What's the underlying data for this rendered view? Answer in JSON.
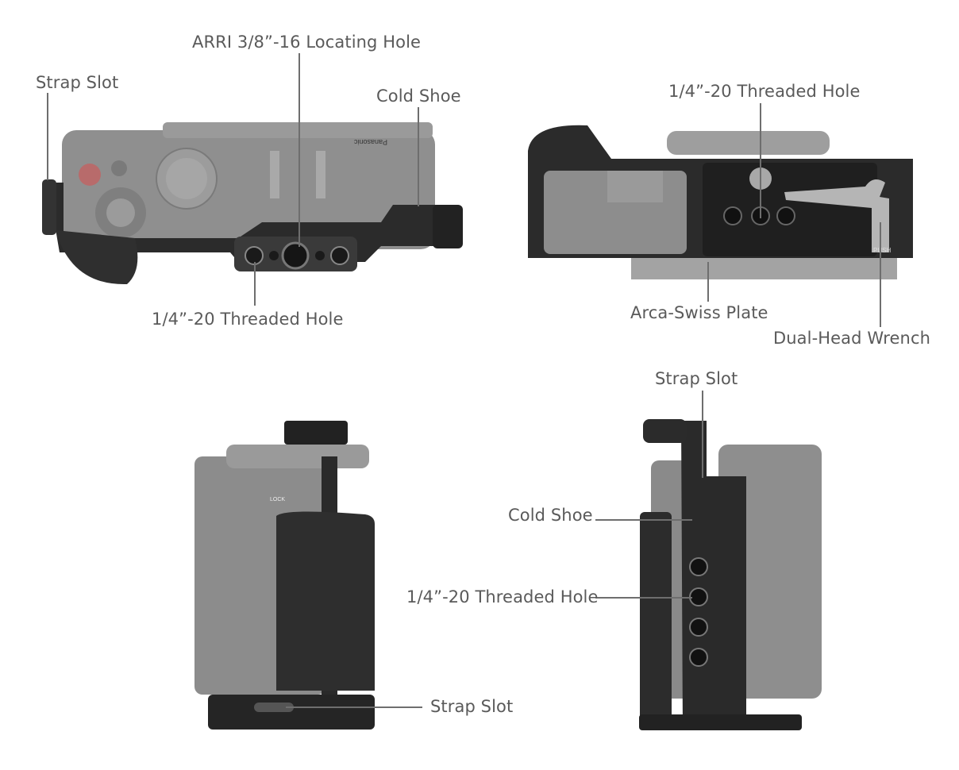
{
  "top_left": {
    "strap_slot": "Strap Slot",
    "arri_hole": "ARRI 3/8”-16 Locating Hole",
    "cold_shoe": "Cold Shoe",
    "threaded_hole": "1/4”-20 Threaded Hole",
    "brand_text": "Panasonic"
  },
  "top_right": {
    "threaded_hole": "1/4”-20 Threaded Hole",
    "arca_plate": "Arca-Swiss Plate",
    "wrench": "Dual-Head Wrench",
    "push_text": "PUSH"
  },
  "bottom_left": {
    "strap_slot": "Strap Slot",
    "lock_text": "LOCK"
  },
  "bottom_right": {
    "strap_slot": "Strap Slot",
    "cold_shoe": "Cold Shoe",
    "threaded_hole": "1/4”-20 Threaded Hole"
  },
  "colors": {
    "camera_body": "#8d8d8d",
    "cage_metal": "#2b2b2b",
    "label_text": "#5a5a5a"
  }
}
